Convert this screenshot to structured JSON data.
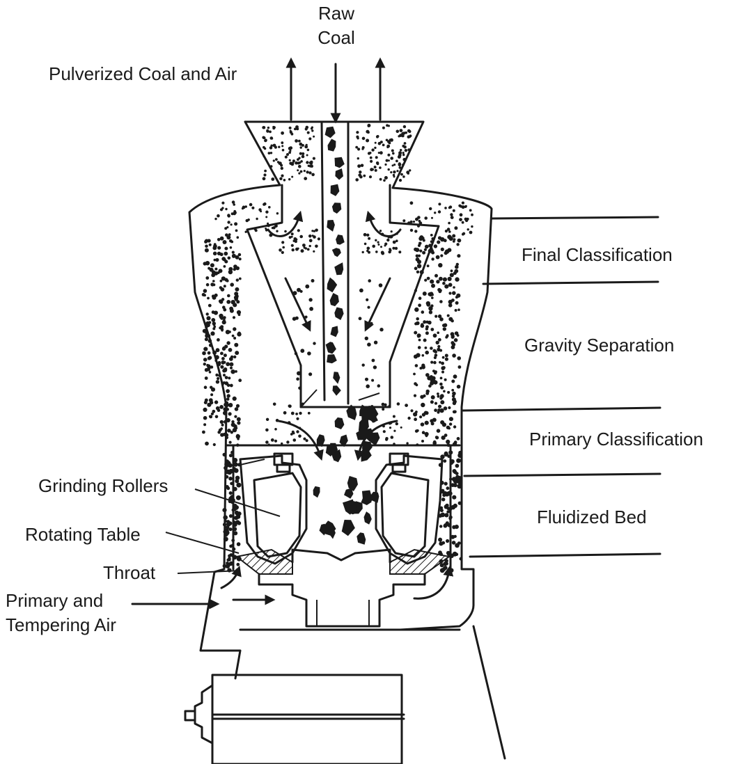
{
  "labels": {
    "raw_coal_line1": "Raw",
    "raw_coal_line2": "Coal",
    "pulverized_coal_and_air": "Pulverized Coal and Air",
    "final_classification": "Final Classification",
    "gravity_separation": "Gravity Separation",
    "primary_classification": "Primary Classification",
    "fluidized_bed": "Fluidized Bed",
    "grinding_rollers": "Grinding Rollers",
    "rotating_table": "Rotating Table",
    "throat": "Throat",
    "primary_air_line1": "Primary and",
    "primary_air_line2": "Tempering Air"
  },
  "colors": {
    "ink": "#1a1a1a",
    "background": "#ffffff"
  }
}
